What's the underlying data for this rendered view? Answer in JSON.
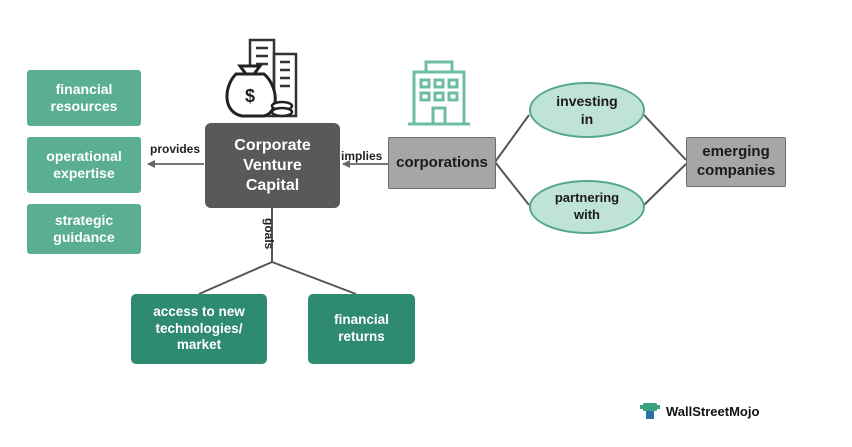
{
  "diagram": {
    "center": "Corporate\nVenture\nCapital",
    "provides_label": "provides",
    "provides_items": [
      "financial\nresources",
      "operational\nexpertise",
      "strategic\nguidance"
    ],
    "implies_label": "implies",
    "corporations": "corporations",
    "investing": "investing\nin",
    "partnering": "partnering\nwith",
    "emerging": "emerging\ncompanies",
    "goals_label": "goals",
    "goals": [
      "access to new\ntechnologies/\nmarket",
      "financial\nreturns"
    ]
  },
  "brand": {
    "name": "WallStreetMojo"
  },
  "colors": {
    "teal": "#5aae93",
    "dark_teal": "#2f8a72",
    "cvc_gray": "#595959",
    "light_gray": "#a6a6a6",
    "ellipse_fill": "#bfe4d5",
    "ellipse_border": "#56a88a"
  },
  "icons": [
    "money-bag-buildings-icon",
    "office-building-icon",
    "wallstreetmojo-logo-icon"
  ]
}
